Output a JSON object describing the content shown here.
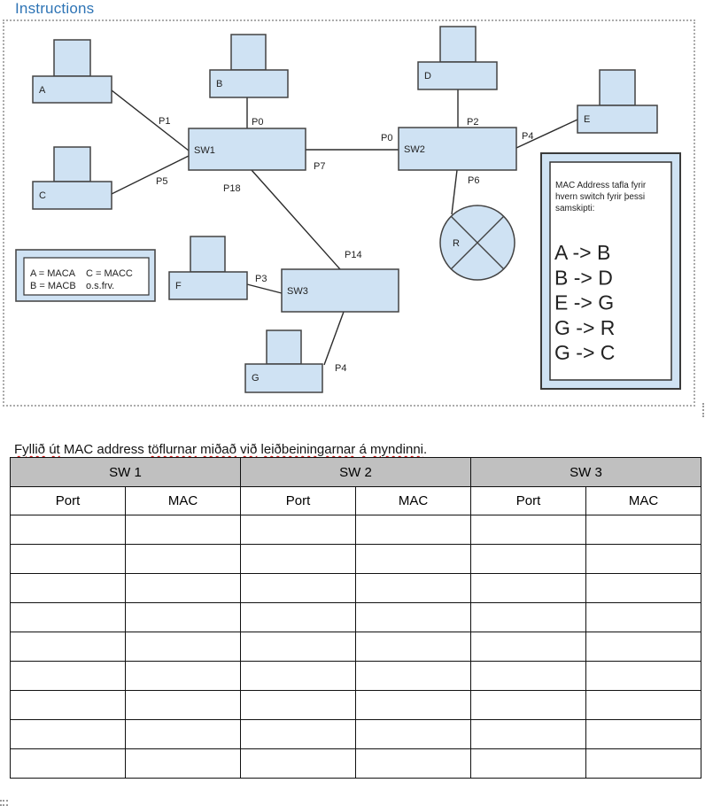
{
  "page": {
    "heading": "Instructions",
    "instruction_tokens": [
      {
        "text": "Fyllið",
        "misspelled": true
      },
      {
        "text": "út",
        "misspelled": true
      },
      {
        "text": "MAC",
        "misspelled": false
      },
      {
        "text": "address",
        "misspelled": false
      },
      {
        "text": "töflurnar",
        "misspelled": true
      },
      {
        "text": "miðað",
        "misspelled": true
      },
      {
        "text": "við",
        "misspelled": true
      },
      {
        "text": "leiðbeiningarnar",
        "misspelled": true
      },
      {
        "text": "á",
        "misspelled": true
      },
      {
        "text": "myndinni",
        "misspelled": true
      },
      {
        "text": ".",
        "misspelled": false,
        "glue": true
      }
    ]
  },
  "diagram": {
    "hosts": [
      "A",
      "B",
      "C",
      "D",
      "E",
      "F",
      "G"
    ],
    "switches": [
      "SW1",
      "SW2",
      "SW3"
    ],
    "router_label": "R",
    "port_labels": [
      "P1",
      "P5",
      "P0",
      "P7",
      "P18",
      "P0",
      "P2",
      "P4",
      "P6",
      "P14",
      "P3",
      "P4"
    ],
    "legend": {
      "row1": [
        "A = MACA",
        "C = MACC"
      ],
      "row2": [
        "B = MACB",
        "o.s.frv."
      ]
    },
    "mac_note": {
      "title_lines": [
        "MAC Address tafla fyrir",
        "hvern switch fyrir þessi",
        "samskipti:"
      ],
      "flows": [
        "A -> B",
        "B -> D",
        "E -> G",
        "G -> R",
        "G -> C"
      ]
    },
    "colors": {
      "shape_fill": "#cfe2f3",
      "shape_stroke": "#434343",
      "line": "#2b2b2b"
    }
  },
  "table": {
    "groups": [
      "SW 1",
      "SW 2",
      "SW 3"
    ],
    "columns": [
      "Port",
      "MAC"
    ],
    "empty_rows": 9,
    "header_bg": "#c0c0c0"
  }
}
